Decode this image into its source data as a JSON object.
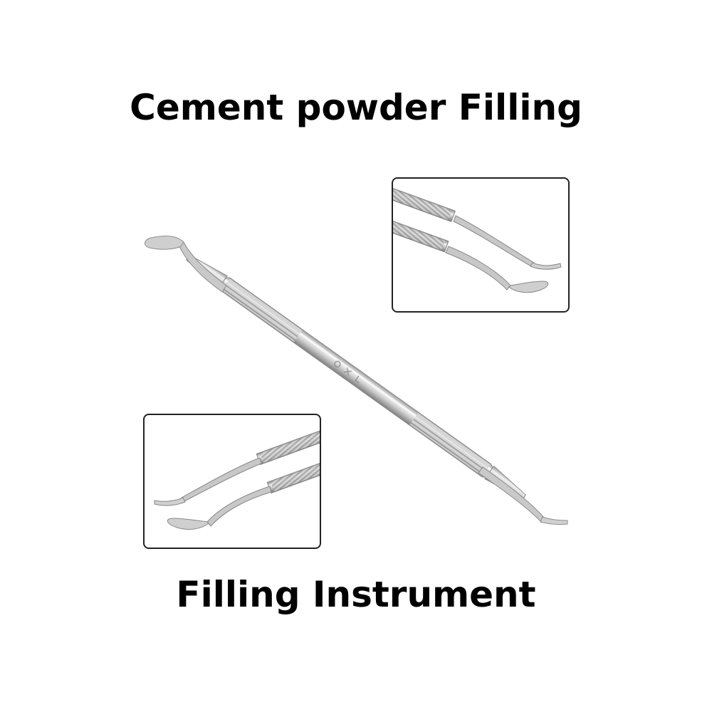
{
  "headings": {
    "top": "Cement powder Filling",
    "bottom": "Filling Instrument"
  },
  "colors": {
    "background": "#ffffff",
    "text": "#000000",
    "steel_light": "#e6e6e6",
    "steel_mid": "#c4c4c4",
    "steel_dark": "#8c8c8c",
    "inset_border": "#222222"
  },
  "images": {
    "main": "dental-filling-instrument",
    "inset_top": "instrument-tips-closeup",
    "inset_bottom": "instrument-tips-closeup"
  }
}
